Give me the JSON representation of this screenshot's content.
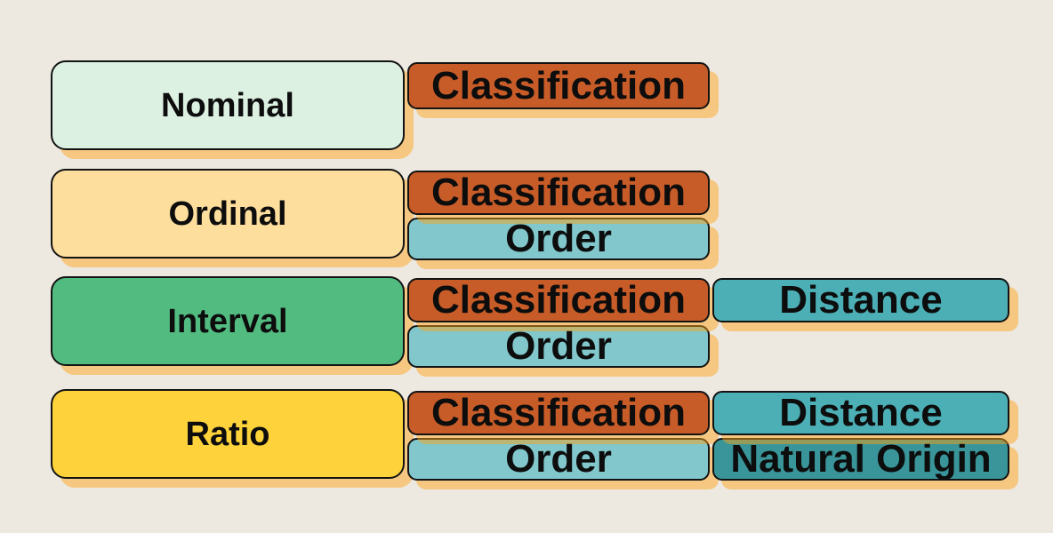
{
  "diagram": {
    "title_hidden": "",
    "background": "#EDE9E1",
    "border_color": "#131313",
    "text_color": "#0d0d0d",
    "shadow_color": "rgba(255,161,19,0.47)",
    "rows": [
      {
        "level": {
          "label": "Nominal",
          "color": "#DCF1E2"
        },
        "properties": [
          {
            "label": "Classification",
            "color": "#C75C28"
          }
        ]
      },
      {
        "level": {
          "label": "Ordinal",
          "color": "#FEDE9D"
        },
        "properties": [
          {
            "label": "Classification",
            "color": "#C75C28"
          },
          {
            "label": "Order",
            "color": "#81C7CB"
          }
        ]
      },
      {
        "level": {
          "label": "Interval",
          "color": "#52BC80"
        },
        "properties": [
          {
            "label": "Classification",
            "color": "#C75C28"
          },
          {
            "label": "Order",
            "color": "#81C7CB"
          },
          {
            "label": "Distance",
            "color": "#4BAFB5"
          }
        ]
      },
      {
        "level": {
          "label": "Ratio",
          "color": "#FDD23A"
        },
        "properties": [
          {
            "label": "Classification",
            "color": "#C75C28"
          },
          {
            "label": "Order",
            "color": "#81C7CB"
          },
          {
            "label": "Distance",
            "color": "#4BAFB5"
          },
          {
            "label": "Natural Origin",
            "color": "#399599"
          }
        ]
      }
    ]
  }
}
